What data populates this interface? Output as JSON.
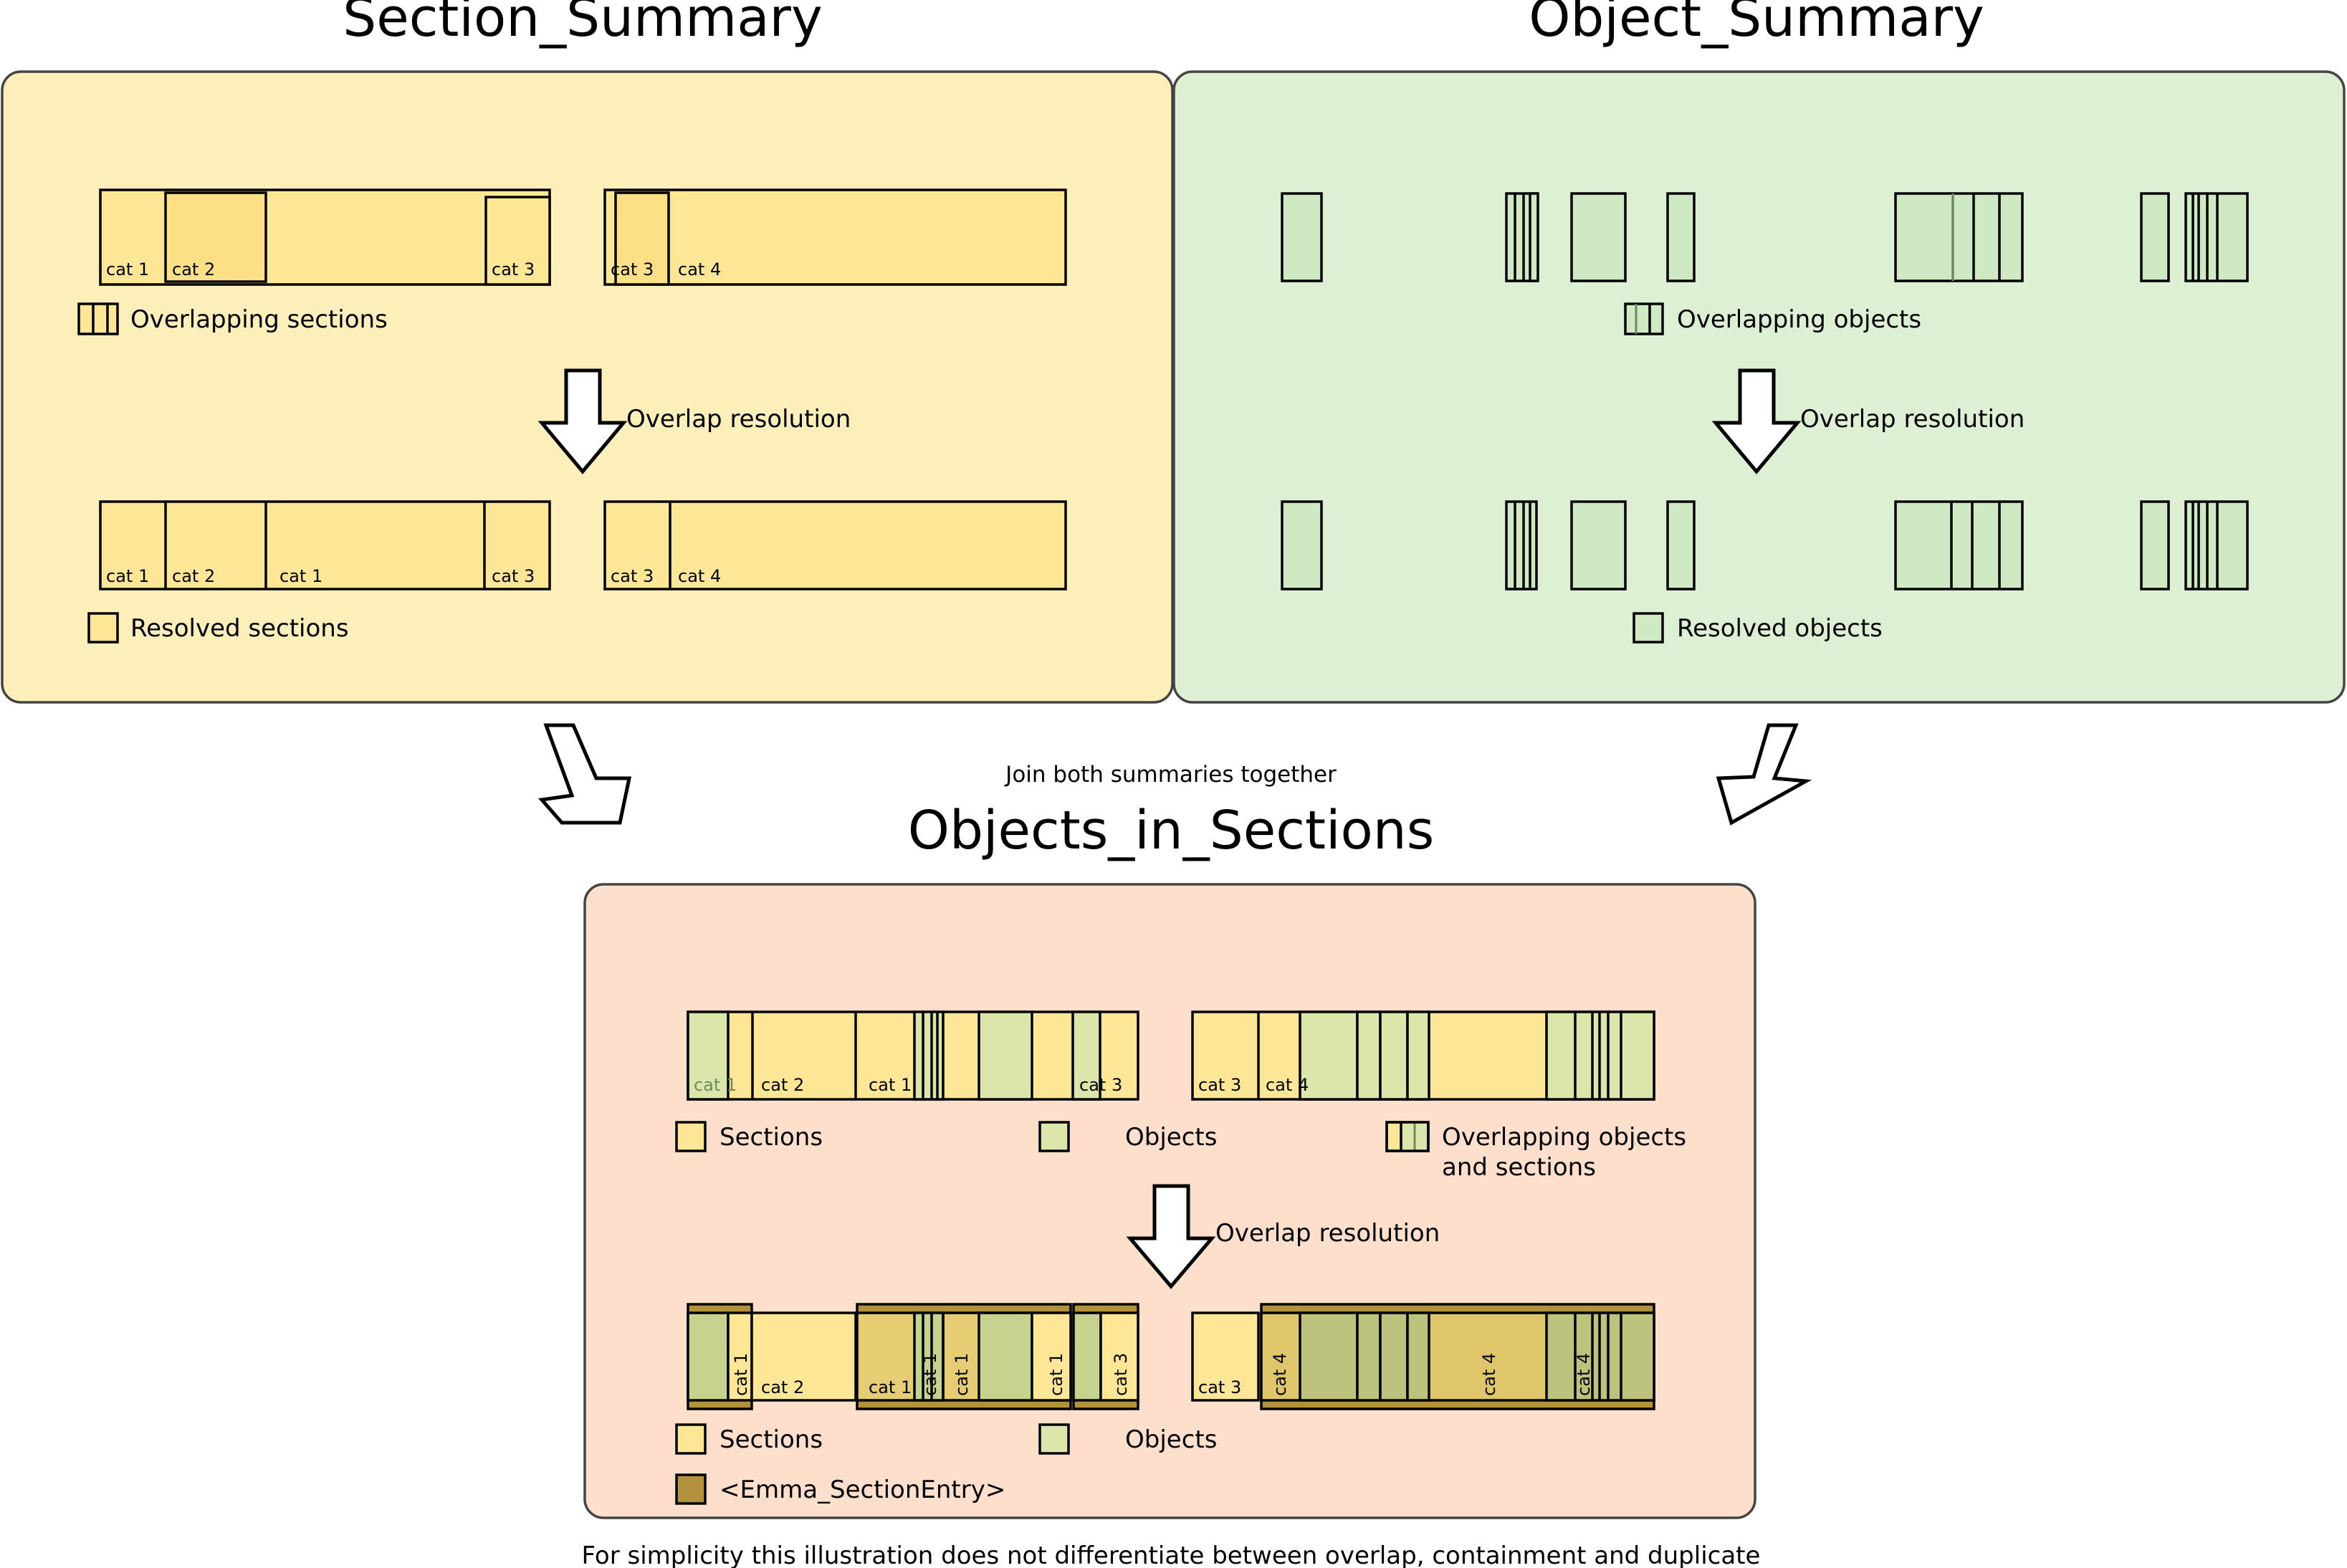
{
  "colors": {
    "section_panel": "#fdefba",
    "object_panel": "#ddf0d3",
    "join_panel": "#fedfcb",
    "section_fill": "#fee697",
    "section_fill_dark": "#fde086",
    "object_fill": "#cfe9c2",
    "entry_fill": "#b3923e",
    "join_obj_fill": "#dde6aa",
    "entry_obj_fill": "#bdc27c",
    "entry_sec_fill": "#e0c66a"
  },
  "panels": {
    "section_summary": {
      "title": "Section_Summary",
      "legend_overlap": "Overlapping sections",
      "resolution_label": "Overlap resolution",
      "legend_resolved": "Resolved sections",
      "top_cats": [
        "cat 1",
        "cat 2",
        "cat 3",
        "cat 3",
        "cat 4"
      ],
      "bottom_cats": [
        "cat 1",
        "cat 2",
        "cat 1",
        "cat 3",
        "cat 3",
        "cat 4"
      ]
    },
    "object_summary": {
      "title": "Object_Summary",
      "legend_overlap": "Overlapping objects",
      "resolution_label": "Overlap resolution",
      "legend_resolved": "Resolved objects"
    },
    "join": {
      "note": "Join both summaries together",
      "title": "Objects_in_Sections",
      "top_cats": [
        "cat 1",
        "cat 2",
        "cat 1",
        "cat 3",
        "cat 3",
        "cat 4"
      ],
      "legend_sections": "Sections",
      "legend_objects": "Objects",
      "legend_overlap_line1": "Overlapping objects",
      "legend_overlap_line2": "and sections",
      "resolution_label": "Overlap resolution",
      "bottom_cats_horizontal": [
        "cat 2",
        "cat 1",
        "cat 3"
      ],
      "bottom_cats_vertical": [
        "cat 1",
        "cat 1",
        "cat 1",
        "cat 1",
        "cat 3",
        "cat 4",
        "cat 4",
        "cat 4"
      ],
      "legend_sections_2": "Sections",
      "legend_objects_2": "Objects",
      "legend_entry": "<Emma_SectionEntry>"
    }
  },
  "footer_note": "For simplicity this illustration does not differentiate between overlap, containment and duplicate"
}
